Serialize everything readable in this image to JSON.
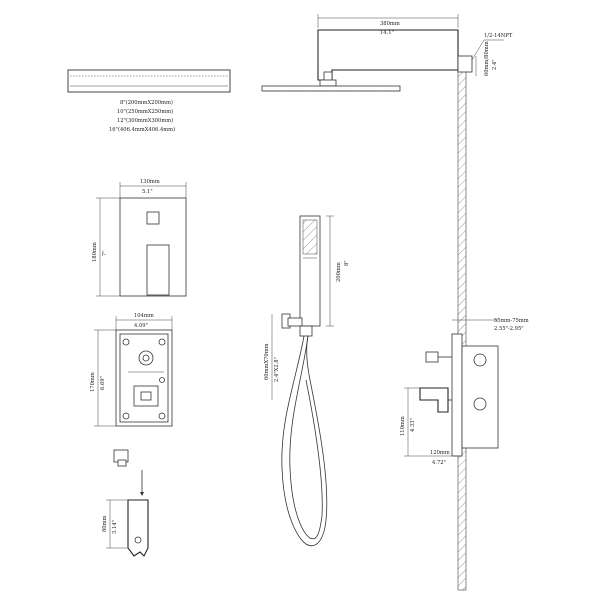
{
  "diagram": {
    "shower_arm": {
      "length_mm": "380mm",
      "length_in": "14.1\"",
      "thread": "1/2-14NPT",
      "drop_mm": "60mm/80mm",
      "drop_in": "2.4\""
    },
    "rain_head_sizes": [
      "8\"(200mmX200mm)",
      "10\"(250mmX250mm)",
      "12\"(300mmX300mm)",
      "16\"(406.4mmX406.4mm)"
    ],
    "trim_plate": {
      "width_mm": "130mm",
      "width_in": "5.1\"",
      "height_mm": "180mm",
      "height_in": "7\""
    },
    "valve_body": {
      "width_mm": "104mm",
      "width_in": "4.09\"",
      "height_mm": "170mm",
      "height_in": "6.69\""
    },
    "handheld": {
      "length_mm": "200mm",
      "length_in": "8\"",
      "hose_mm": "60mmX70mm",
      "hose_in": "2.4\"X2.8\""
    },
    "holder": {
      "height_mm": "80mm",
      "height_in": "3.14\""
    },
    "wall_depth": {
      "range_mm": "55mm-75mm",
      "range_in": "2.55\"-2.95\""
    },
    "spout": {
      "height_mm": "110mm",
      "height_in": "4.33\"",
      "width_mm": "120mm",
      "width_in": "4.72\""
    }
  }
}
